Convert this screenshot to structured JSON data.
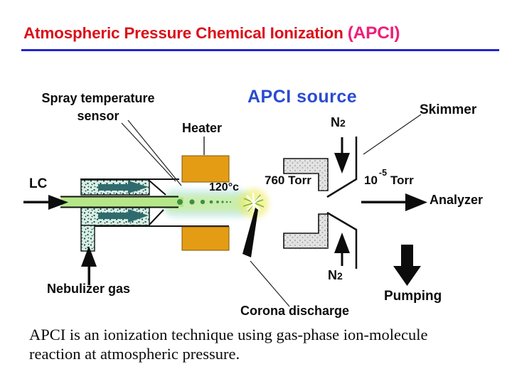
{
  "title": {
    "main": "Atmospheric Pressure Chemical Ionization ",
    "suffix": "(APCI)"
  },
  "diagram": {
    "heading": "APCI source",
    "labels": {
      "spray_sensor_line1": "Spray temperature",
      "spray_sensor_line2": "sensor",
      "heater": "Heater",
      "lc": "LC",
      "temperature": "120°c",
      "pressure_atmospheric": "760 Torr",
      "nitrogen_symbol": "N",
      "nitrogen_subscript": "2",
      "skimmer": "Skimmer",
      "pressure_vacuum_base": "10",
      "pressure_vacuum_exponent": "-5",
      "pressure_vacuum_unit": "Torr",
      "analyzer": "Analyzer",
      "pumping": "Pumping",
      "nebulizer_gas": "Nebulizer gas",
      "corona_discharge": "Corona discharge"
    }
  },
  "caption": {
    "line1": "APCI is an ionization technique using gas-phase ion-molecule",
    "line2": "reaction at atmospheric pressure."
  },
  "colors": {
    "title_red": "#dc1019",
    "title_pink": "#ee1f78",
    "rule_blue": "#2323cf",
    "heading_blue": "#2b4bd0",
    "heater_orange": "#e49c15",
    "beam_green": "#b5e788",
    "haze_cyan": "#cfeeec",
    "spray_dot_teal": "#17484e",
    "flow_arrow_teal": "#2f6b6e",
    "ion_dot_green": "#3f8f3f",
    "glow_yellow": "#f0ee76",
    "plate_gray": "#e2e2e2",
    "ink_black": "#0c0c0c"
  }
}
